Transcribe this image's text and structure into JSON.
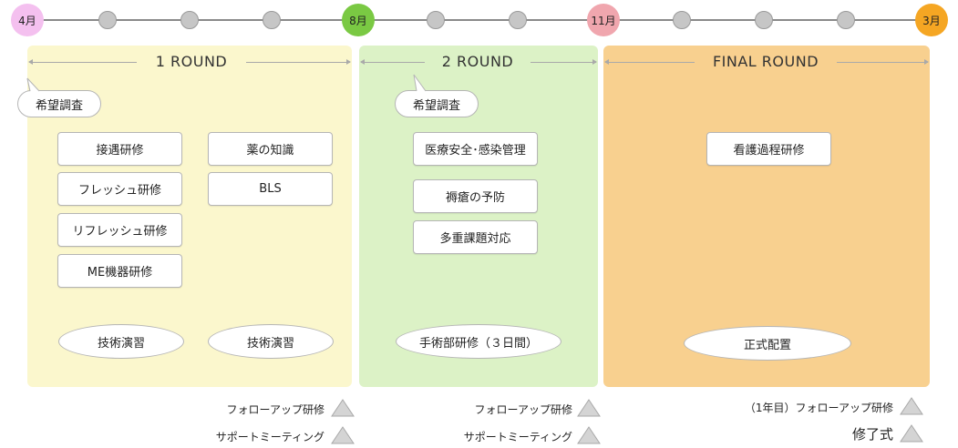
{
  "timeline": {
    "milestones": [
      {
        "label": "4月",
        "color": "#f4c0ef"
      },
      {
        "label": "8月",
        "color": "#7ac943"
      },
      {
        "label": "11月",
        "color": "#f0a6ae"
      },
      {
        "label": "3月",
        "color": "#f5a623"
      }
    ]
  },
  "rounds": [
    {
      "title": "1 ROUND",
      "bg": "#fbf7cd"
    },
    {
      "title": "2 ROUND",
      "bg": "#dcf2c6"
    },
    {
      "title": "FINAL ROUND",
      "bg": "#f8d08f"
    }
  ],
  "round1": {
    "survey": "希望調査",
    "col1": [
      "接遇研修",
      "フレッシュ研修",
      "リフレッシュ研修",
      "ME機器研修"
    ],
    "col2": [
      "薬の知識",
      "BLS"
    ],
    "ovals": [
      "技術演習",
      "技術演習"
    ]
  },
  "round2": {
    "survey": "希望調査",
    "items": [
      "医療安全･感染管理",
      "褥瘡の予防",
      "多重課題対応"
    ],
    "oval": "手術部研修（３日間）"
  },
  "final": {
    "items": [
      "看護過程研修"
    ],
    "oval": "正式配置"
  },
  "footer": {
    "r1_follow": "フォローアップ研修",
    "r1_support": "サポートミーティング",
    "r2_follow": "フォローアップ研修",
    "r2_support": "サポートミーティング",
    "final_follow": "（1年目）フォローアップ研修",
    "final_ceremony": "修了式"
  }
}
